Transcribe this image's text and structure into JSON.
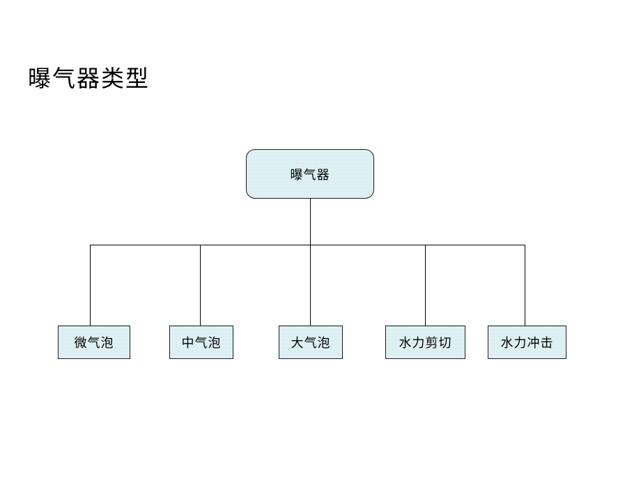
{
  "slide": {
    "title": "曝气器类型",
    "background_color": "#ffffff"
  },
  "diagram": {
    "type": "tree-chart",
    "orientation": "top-down",
    "node_fill_color": "#c3e4ea",
    "node_border_color": "#1a1a1a",
    "connector_color": "#000000",
    "root": {
      "label": "曝气器",
      "shape": "rounded-rectangle"
    },
    "children": [
      {
        "label": "微气泡",
        "shape": "rectangle"
      },
      {
        "label": "中气泡",
        "shape": "rectangle"
      },
      {
        "label": "大气泡",
        "shape": "rectangle"
      },
      {
        "label": "水力剪切",
        "shape": "rectangle"
      },
      {
        "label": "水力冲击",
        "shape": "rectangle"
      }
    ]
  }
}
